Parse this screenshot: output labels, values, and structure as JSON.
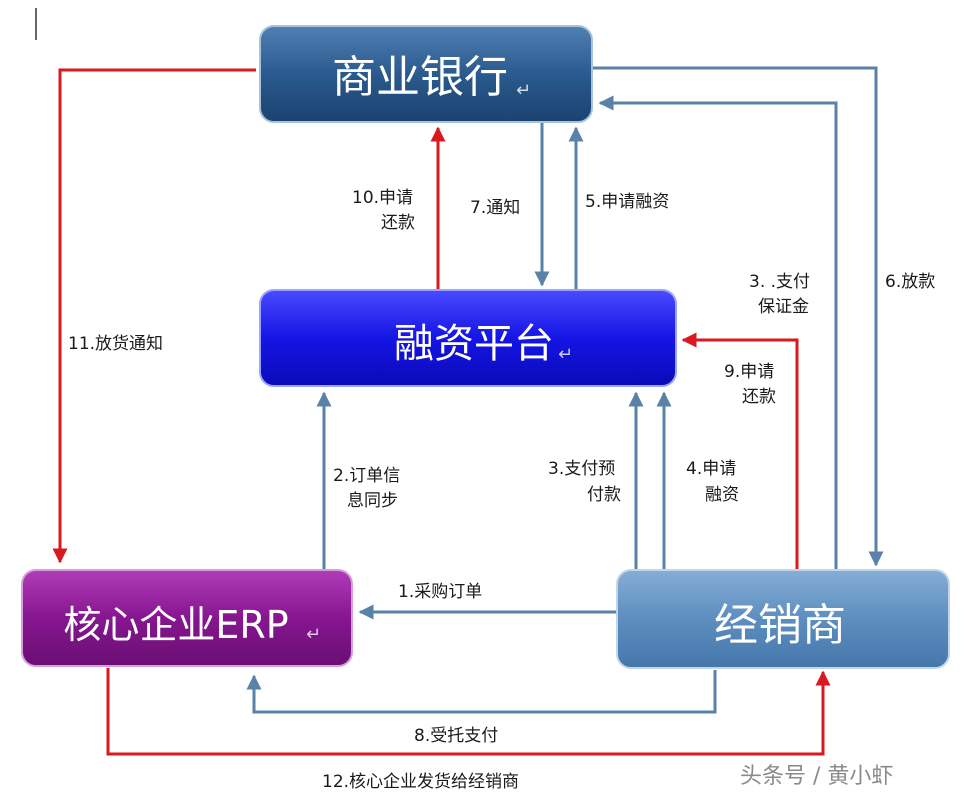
{
  "nodes": {
    "bank": "商业银行",
    "platform": "融资平台",
    "erp": "核心企业ERP",
    "dealer": "经销商"
  },
  "edges": {
    "e1": "1.采购订单",
    "e2_l1": "2.订单信",
    "e2_l2": "息同步",
    "e3a_l1": "3.支付预",
    "e3a_l2": "付款",
    "e3b_l1": "3. .支付",
    "e3b_l2": "保证金",
    "e4_l1": "4.申请",
    "e4_l2": "融资",
    "e5": "5.申请融资",
    "e6": "6.放款",
    "e7": "7.通知",
    "e8": "8.受托支付",
    "e9_l1": "9.申请",
    "e9_l2": "还款",
    "e10_l1": "10.申请",
    "e10_l2": "还款",
    "e11": "11.放货通知",
    "e12": "12.核心企业发货给经销商"
  },
  "watermark": "头条号 / 黄小虾",
  "colors": {
    "blue_line": "#5a81a8",
    "red_line": "#d9191f"
  }
}
